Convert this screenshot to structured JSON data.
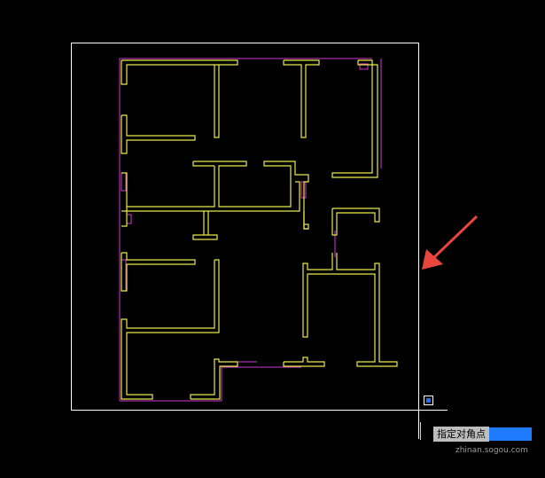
{
  "app": {
    "name": "CAD drawing canvas"
  },
  "colors": {
    "background": "#000000",
    "selection_window": "#ffffff",
    "walls": "#e8e84a",
    "outline": "#d23ad2",
    "arrow": "#e8453c",
    "grip": "#2b6cff",
    "prompt_bg": "#bdbdbd",
    "input_bg": "#1e7bff"
  },
  "command_prompt": {
    "label": "指定对角点",
    "input_value": ""
  },
  "watermark": {
    "site": "zhinan.sogou.com"
  },
  "icons": {
    "arrow": "red-arrow-icon",
    "grip": "grip-square-icon"
  }
}
